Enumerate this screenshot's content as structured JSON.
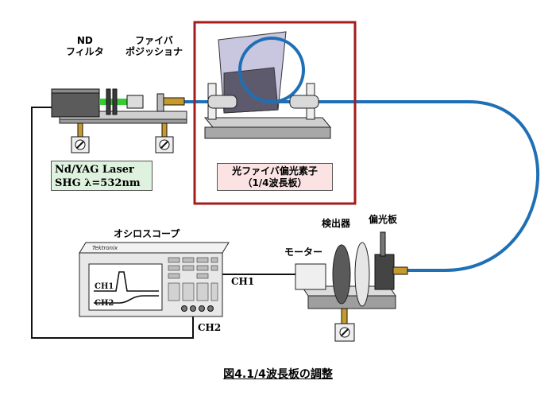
{
  "labels": {
    "nd_filter_line1": "ND",
    "nd_filter_line2": "フィルタ",
    "fiber_positioner_line1": "ファイバ",
    "fiber_positioner_line2": "ポジッショナ",
    "laser_line1": "Nd/YAG Laser",
    "laser_line2": "SHG λ=532nm",
    "polarizer_element_line1": "光ファイバ偏光素子",
    "polarizer_element_line2": "（1/4波長板）",
    "oscilloscope": "オシロスコープ",
    "detector": "検出器",
    "polarizer": "偏光板",
    "motor": "モーター",
    "ch1": "CH1",
    "ch2": "CH2",
    "scope_ch1": "CH1",
    "scope_ch2": "CH2",
    "scope_brand": "Tektronix",
    "caption": "図4.1/4波長板の調整"
  },
  "colors": {
    "fiber": "#1f6fb5",
    "highlight_frame": "#a61c1c",
    "laser_beam": "#33cc33",
    "laser_label_bg": "#dff2df",
    "element_label_bg": "#fbe3e3"
  }
}
